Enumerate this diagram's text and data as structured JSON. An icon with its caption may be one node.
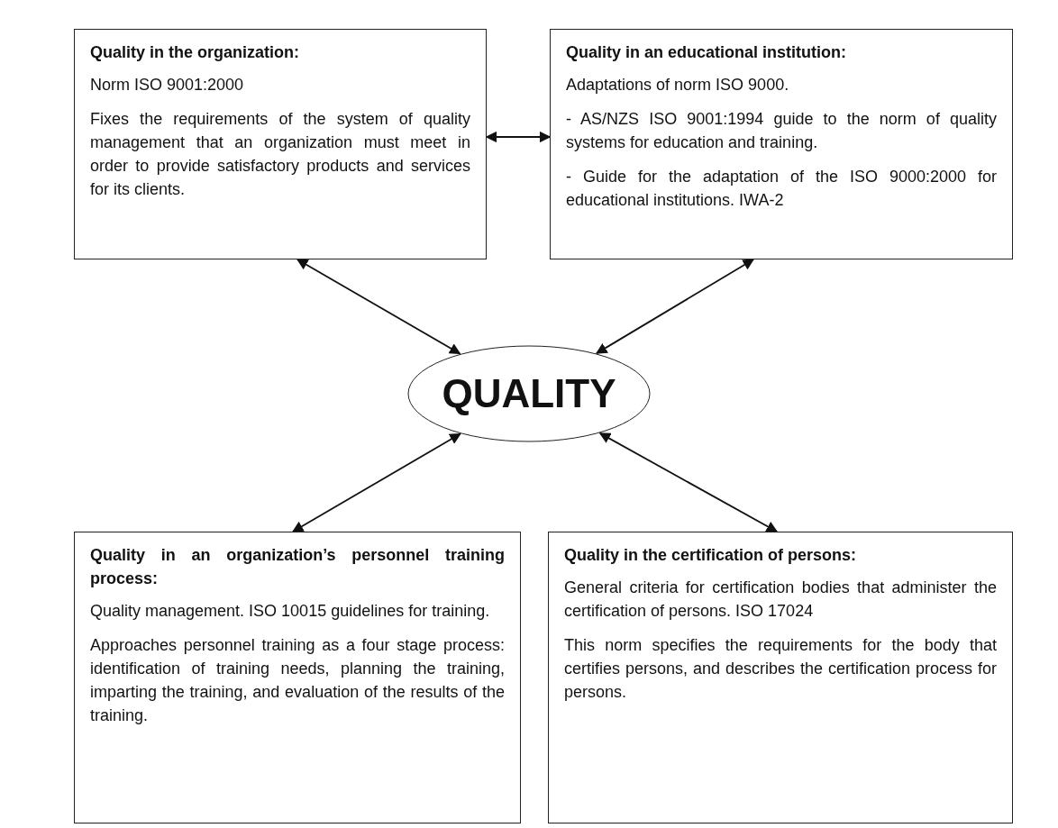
{
  "diagram": {
    "nodes": [
      {
        "text": [
          "Quality in the organization:",
          "Norm ISO 9001:2000",
          "Fixes the requirements of the system of quality management that an organization must meet in order to provide satisfactory products and services for its clients."
        ]
      },
      {
        "text": [
          "Quality in an educational institution:",
          "Adaptations of norm ISO 9000.",
          "- AS/NZS  ISO 9001:1994 guide to the norm of quality systems for education and training.",
          "- Guide for the adaptation of the ISO 9000:2000 for educational institutions. IWA-2"
        ]
      },
      {
        "text": [
          "QUALITY"
        ]
      },
      {
        "text": [
          "Quality in an organization’s personnel training process:",
          "Quality management. ISO 10015 guidelines for training.",
          "Approaches personnel training as a four stage process: identification of training needs, planning the training, imparting the training, and evaluation of the results of the training."
        ]
      },
      {
        "text": [
          "Quality in the certification of persons:",
          "General criteria for certification bodies that administer the certification of persons. ISO 17024",
          "This norm specifies the requirements for the body that certifies persons, and describes the certification process for persons."
        ]
      }
    ],
    "edges": [
      {
        "from": 0,
        "to": 1,
        "arrow": "both"
      },
      {
        "from": 0,
        "to": 2,
        "arrow": "both"
      },
      {
        "from": 1,
        "to": 2,
        "arrow": "both"
      },
      {
        "from": 3,
        "to": 2,
        "arrow": "both"
      },
      {
        "from": 4,
        "to": 2,
        "arrow": "both"
      }
    ]
  }
}
